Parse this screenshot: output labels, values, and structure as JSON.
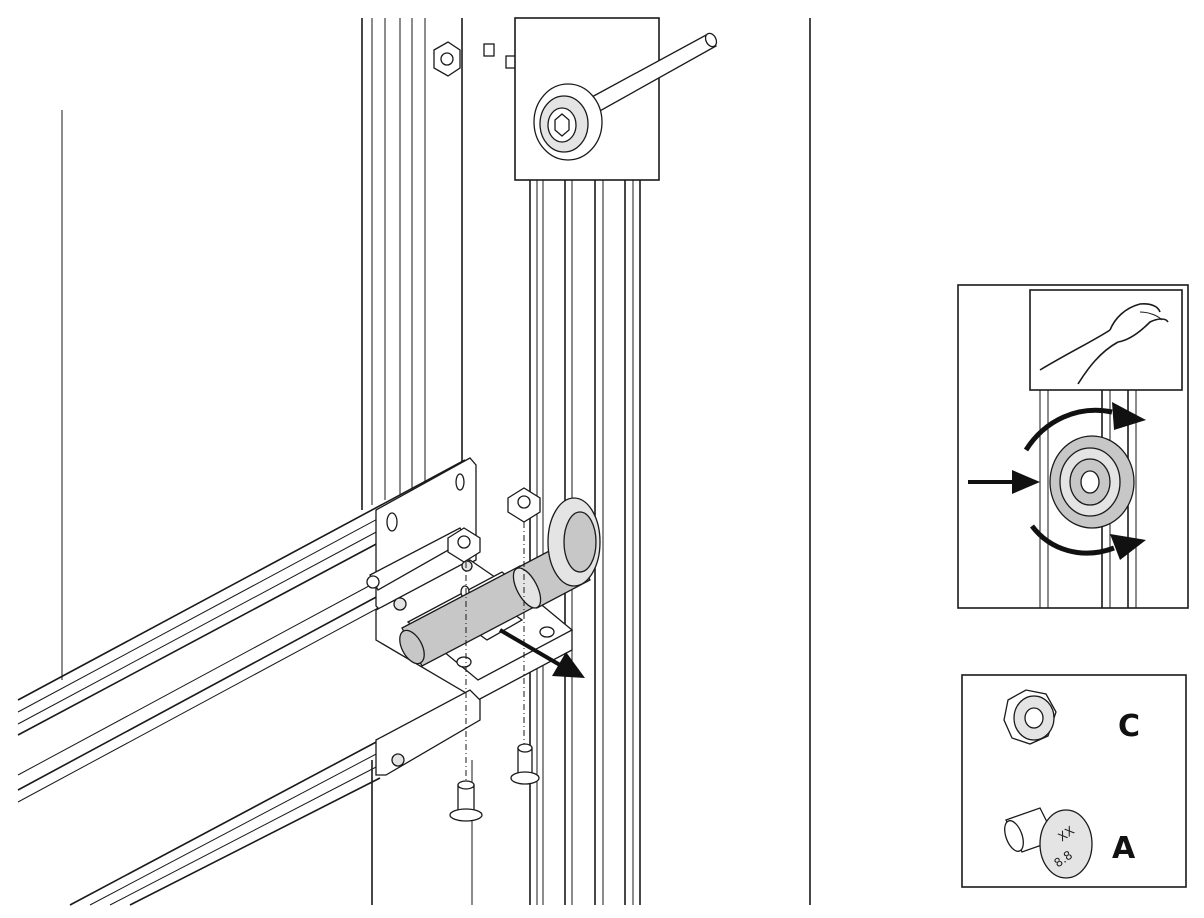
{
  "legend": {
    "hex_nut_label": "C",
    "rivet_label": "A",
    "rivet_head_marks": [
      "XX",
      "8.8"
    ]
  },
  "icons": {
    "roller_inset": "roller-icon",
    "hand_inset": "hand-icon",
    "rotate_arrows": "rotate-arrows-icon",
    "push_arrow": "push-arrow-icon",
    "pull_arrow": "pull-arrow-icon",
    "hex_nut": "hex-nut-icon",
    "rivet": "rivet-icon"
  },
  "colors": {
    "line": "#1a1a1a",
    "fill_grey": "#c7c7c7",
    "fill_light": "#e4e4e4",
    "background": "#ffffff"
  }
}
